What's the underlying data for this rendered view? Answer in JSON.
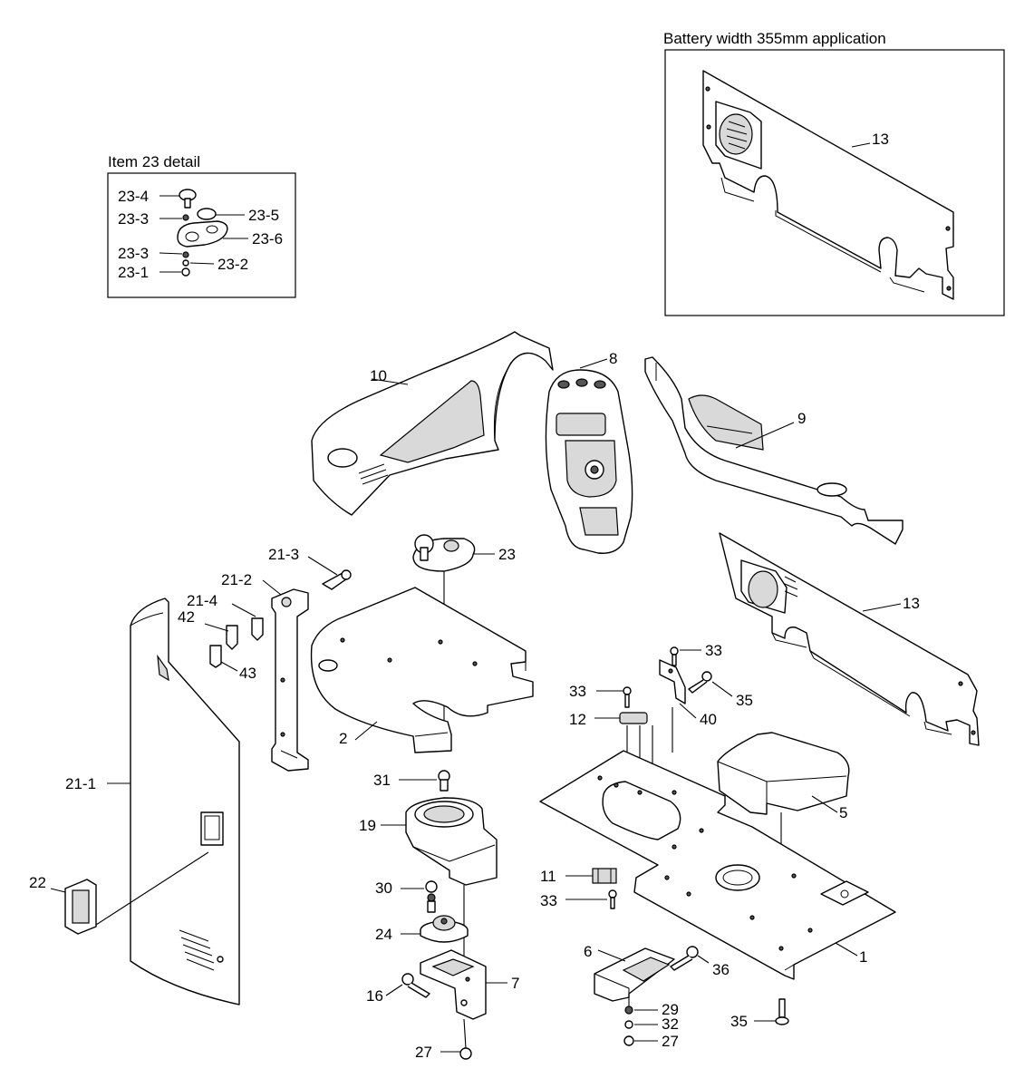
{
  "insets": {
    "item23_title": "Item 23 detail",
    "battery_title": "Battery width 355mm application"
  },
  "callouts": {
    "c23_4": "23-4",
    "c23_3a": "23-3",
    "c23_5": "23-5",
    "c23_6": "23-6",
    "c23_3b": "23-3",
    "c23_2": "23-2",
    "c23_1": "23-1",
    "c13_inset": "13",
    "c10": "10",
    "c8": "8",
    "c9": "9",
    "c23": "23",
    "c21_3": "21-3",
    "c21_2": "21-2",
    "c21_4": "21-4",
    "c42": "42",
    "c43": "43",
    "c13": "13",
    "c2": "2",
    "c33a": "33",
    "c33b": "33",
    "c35a": "35",
    "c12": "12",
    "c40": "40",
    "c21_1": "21-1",
    "c31": "31",
    "c19": "19",
    "c5": "5",
    "c22": "22",
    "c11": "11",
    "c30": "30",
    "c33c": "33",
    "c24": "24",
    "c6": "6",
    "c36": "36",
    "c1": "1",
    "c16": "16",
    "c7": "7",
    "c29": "29",
    "c32": "32",
    "c27a": "27",
    "c35b": "35",
    "c27b": "27"
  }
}
